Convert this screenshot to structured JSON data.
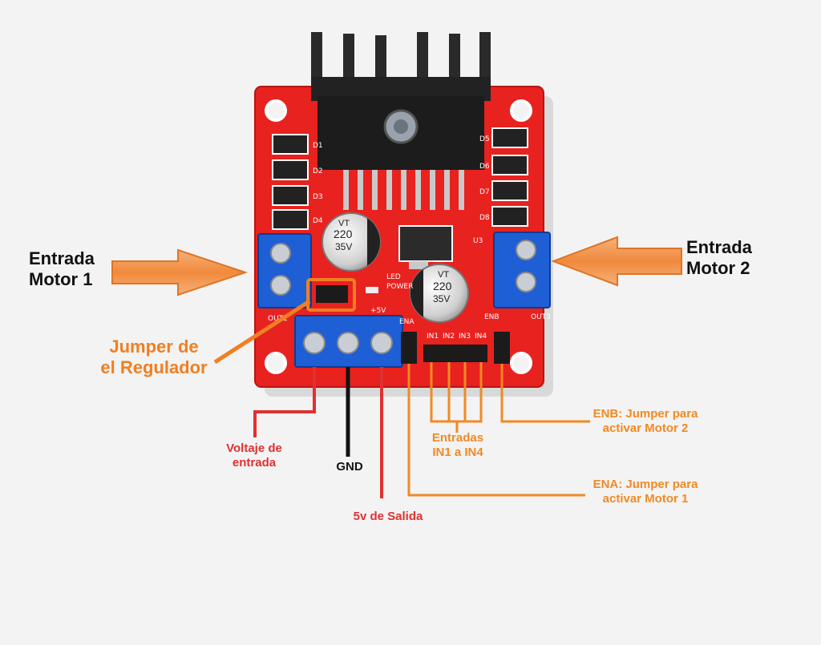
{
  "labels": {
    "motor1": [
      "Entrada",
      "Motor 1"
    ],
    "motor2": [
      "Entrada",
      "Motor 2"
    ],
    "jumper_regulador": [
      "Jumper de",
      "el Regulador"
    ],
    "voltaje_entrada": [
      "Voltaje de",
      "entrada"
    ],
    "gnd": "GND",
    "salida_5v": "5v de Salida",
    "entradas": [
      "Entradas",
      "IN1 a IN4"
    ],
    "enb": [
      "ENB: Jumper para",
      "activar Motor 2"
    ],
    "ena": [
      "ENA: Jumper para",
      "activar Motor 1"
    ]
  },
  "board_text": {
    "cap1": [
      "220",
      "35V",
      "VT"
    ],
    "cap2": [
      "220",
      "35V",
      "VT"
    ],
    "out2": "OUT2",
    "out3": "OUT3",
    "u3": "U3",
    "v5": "+5V",
    "power": "POWER",
    "led": "LED",
    "ena": "ENA",
    "enb": "ENB",
    "in_pins": [
      "IN1",
      "IN2",
      "IN3",
      "IN4"
    ],
    "diodes_left": [
      "D1",
      "D2",
      "D3",
      "D4"
    ],
    "diodes_right": [
      "D5",
      "D6",
      "D7",
      "D8"
    ]
  },
  "colors": {
    "board": "#e8221f",
    "terminal": "#1f5fd6",
    "heatsink": "#2a2a2a",
    "accent_orange": "#f07f22",
    "wire_red": "#e03131",
    "wire_black": "#111111"
  }
}
